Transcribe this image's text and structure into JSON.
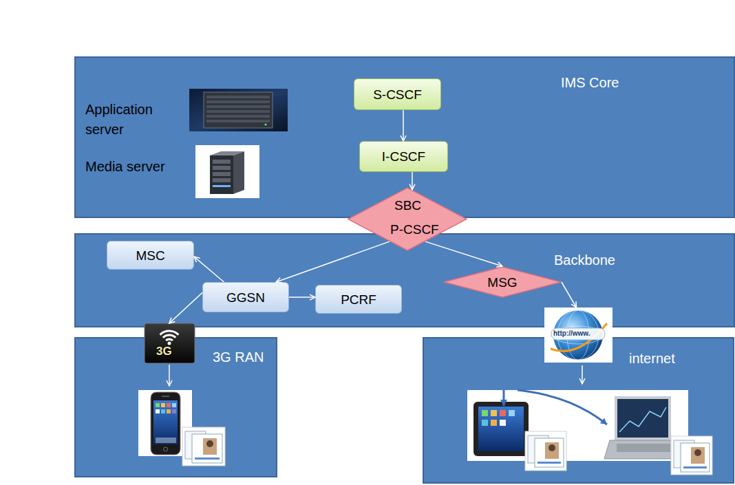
{
  "diagram": {
    "nodes": [
      {
        "text": [
          "IMS Core"
        ]
      },
      {
        "text": [
          "S-CSCF"
        ],
        "in": 0
      },
      {
        "text": [
          "I-CSCF"
        ],
        "in": 0
      },
      {
        "text": [
          "SBC",
          "P-CSCF"
        ]
      },
      {
        "text": [
          "Backbone"
        ]
      },
      {
        "text": [
          "MSC"
        ],
        "in": 4
      },
      {
        "text": [
          "GGSN"
        ],
        "in": 4
      },
      {
        "text": [
          "PCRF"
        ],
        "in": 4
      },
      {
        "text": [
          "MSG"
        ],
        "in": 4
      },
      {
        "text": [
          "3G"
        ]
      },
      {
        "text": [
          "3G RAN"
        ]
      },
      {
        "text": [
          "http://www."
        ]
      },
      {
        "text": [
          "internet"
        ]
      }
    ],
    "edges": [
      {
        "from": 1,
        "to": 2,
        "arrow": "to"
      },
      {
        "from": 2,
        "to": 3,
        "arrow": "to"
      },
      {
        "from": 3,
        "to": 6,
        "arrow": "to"
      },
      {
        "from": 3,
        "to": 8,
        "arrow": "to"
      },
      {
        "from": 6,
        "to": 5,
        "arrow": "to"
      },
      {
        "from": 6,
        "to": 7,
        "arrow": "to"
      },
      {
        "from": 6,
        "to": 9,
        "arrow": "to"
      },
      {
        "from": 8,
        "to": 11,
        "arrow": "to"
      }
    ],
    "labels": [
      "Application server",
      "Media server"
    ]
  }
}
